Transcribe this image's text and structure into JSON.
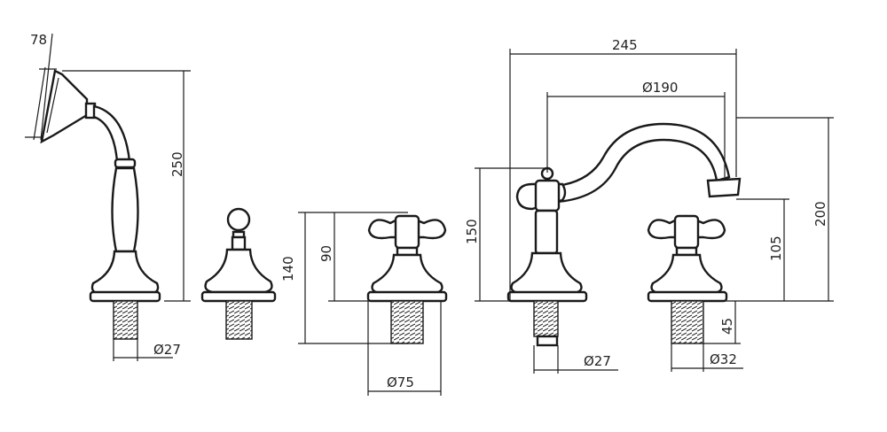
{
  "dimensions": {
    "handshower_tilt": "78",
    "handshower_height": "250",
    "handshower_thread": "Ø27",
    "tap_total_height": "140",
    "tap_handle_height": "90",
    "tap_base_diameter": "Ø75",
    "spout_reach": "245",
    "spout_span": "Ø190",
    "spout_body_height": "150",
    "spout_total_height": "200",
    "spout_outlet_height": "105",
    "spout_thread": "Ø27",
    "thread_length": "45",
    "tap_thread": "Ø32"
  }
}
